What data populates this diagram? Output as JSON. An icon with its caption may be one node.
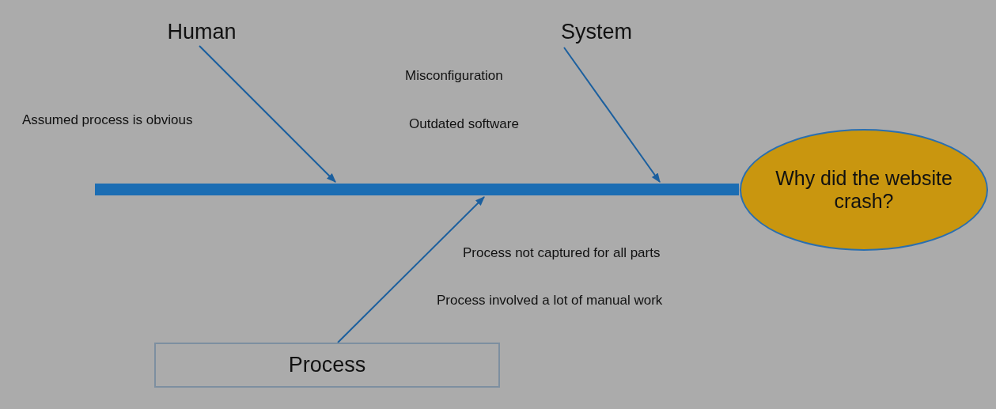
{
  "diagram": {
    "nodes": [
      {
        "text": [
          "Human"
        ]
      },
      {
        "text": [
          "System"
        ]
      },
      {
        "text": [],
        "shape": "bar"
      },
      {
        "text": [
          "Why did the website crash?"
        ]
      },
      {
        "text": [
          "Process"
        ]
      }
    ],
    "edges": [
      {
        "from": 0,
        "to": 2,
        "arrow": "to"
      },
      {
        "from": 1,
        "to": 2,
        "arrow": "to"
      },
      {
        "from": 4,
        "to": 2,
        "arrow": "to"
      }
    ],
    "labels": [
      "Assumed process is obvious",
      "Misconfiguration",
      "Outdated software",
      "Process not captured for all parts",
      "Process involved a lot of manual work"
    ]
  }
}
